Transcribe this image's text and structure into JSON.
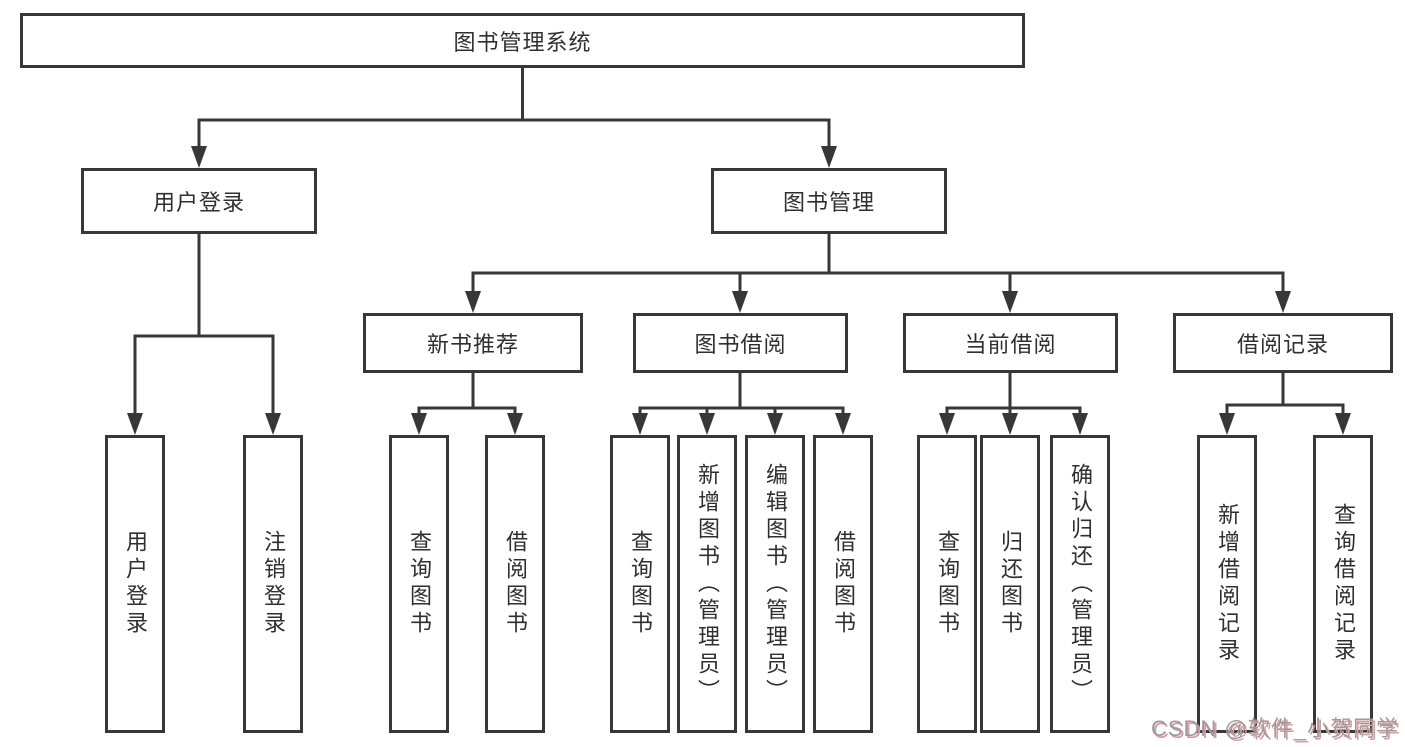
{
  "diagram": {
    "title_node": "图书管理系统",
    "level2": [
      {
        "label": "用户登录"
      },
      {
        "label": "图书管理"
      }
    ],
    "level3": [
      {
        "label": "新书推荐",
        "parent": "图书管理"
      },
      {
        "label": "图书借阅",
        "parent": "图书管理"
      },
      {
        "label": "当前借阅",
        "parent": "图书管理"
      },
      {
        "label": "借阅记录",
        "parent": "图书管理"
      }
    ],
    "leaves": [
      {
        "label": "用户登录",
        "parent": "用户登录"
      },
      {
        "label": "注销登录",
        "parent": "用户登录"
      },
      {
        "label": "查询图书",
        "parent": "新书推荐"
      },
      {
        "label": "借阅图书",
        "parent": "新书推荐"
      },
      {
        "label": "查询图书",
        "parent": "图书借阅"
      },
      {
        "label": "新增图书（管理员）",
        "parent": "图书借阅"
      },
      {
        "label": "编辑图书（管理员）",
        "parent": "图书借阅"
      },
      {
        "label": "借阅图书",
        "parent": "图书借阅"
      },
      {
        "label": "查询图书",
        "parent": "当前借阅"
      },
      {
        "label": "归还图书",
        "parent": "当前借阅"
      },
      {
        "label": "确认归还（管理员）",
        "parent": "当前借阅"
      },
      {
        "label": "新增借阅记录",
        "parent": "借阅记录"
      },
      {
        "label": "查询借阅记录",
        "parent": "借阅记录"
      }
    ],
    "colors": {
      "line": "#373737",
      "box_border": "#373737",
      "text": "#2f2f2f",
      "background": "#ffffff",
      "watermark_text_color": "#9a9aa0",
      "watermark_shadow_color": "#dc9a9a"
    }
  },
  "watermark": {
    "text": "CSDN @软件_小贺同学"
  }
}
